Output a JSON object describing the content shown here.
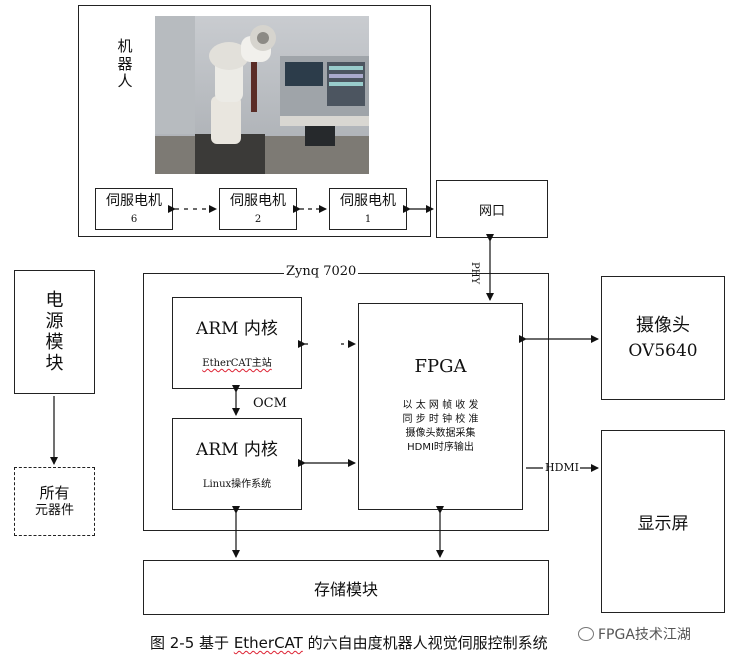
{
  "robot": {
    "label_chars": [
      "机",
      "器",
      "人"
    ]
  },
  "servo": [
    {
      "title": "伺服电机",
      "num": "6"
    },
    {
      "title": "伺服电机",
      "num": "2"
    },
    {
      "title": "伺服电机",
      "num": "1"
    }
  ],
  "netport": "网口",
  "phy": "PHY",
  "zynq": "Zynq 7020",
  "arm1": {
    "title": "ARM 内核",
    "sub": "EtherCAT主站"
  },
  "arm2": {
    "title": "ARM 内核",
    "sub": "Linux操作系统"
  },
  "ocm": "OCM",
  "fpga": {
    "title": "FPGA",
    "lines": [
      "以 太 网 帧 收 发",
      "同 步 时 钟 校 准",
      "摄像头数据采集",
      "HDMI时序输出"
    ]
  },
  "power": {
    "chars": [
      "电",
      "源",
      "模",
      "块"
    ]
  },
  "allparts": {
    "line1": "所有",
    "line2": "元器件"
  },
  "camera": {
    "line1": "摄像头",
    "line2": "OV5640"
  },
  "hdmi": "HDMI",
  "display": "显示屏",
  "storage": "存储模块",
  "caption": {
    "prefix": "图  2-5 基于  ",
    "ecat": "EtherCAT",
    "rest": " 的六自由度机器人视觉伺服控制系统"
  },
  "watermark": "FPGA技术江湖"
}
